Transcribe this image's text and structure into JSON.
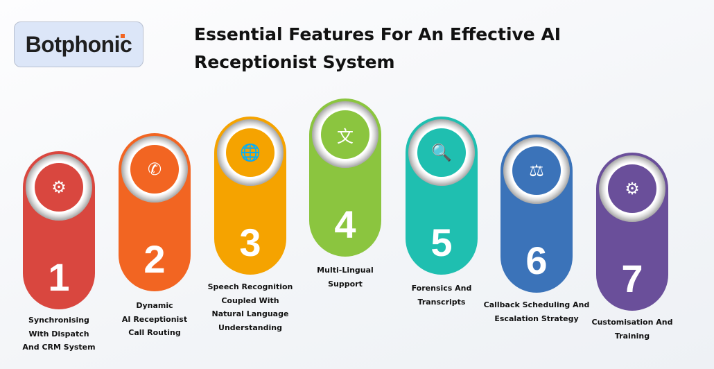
{
  "logo": {
    "text_main": "Botphoni",
    "text_end": "c"
  },
  "title": {
    "line1": "Essential Features For An Effective AI",
    "line2": "Receptionist System"
  },
  "colors": {
    "f1": "#d9473f",
    "f2": "#f26522",
    "f3": "#f5a300",
    "f4": "#8bc53f",
    "f5": "#1fbfb0",
    "f6": "#3b73b9",
    "f7": "#6a4f9a"
  },
  "features": [
    {
      "number": "1",
      "icon": "team-sync-icon",
      "glyph": "⚙",
      "lines": [
        "Synchronising",
        "With Dispatch",
        "And CRM System"
      ]
    },
    {
      "number": "2",
      "icon": "phone-call-icon",
      "glyph": "✆",
      "lines": [
        "Dynamic",
        "AI Receptionist",
        "Call Routing"
      ]
    },
    {
      "number": "3",
      "icon": "speech-globe-icon",
      "glyph": "🌐",
      "lines": [
        "Speech Recognition",
        "Coupled With",
        "Natural Language",
        "Understanding"
      ]
    },
    {
      "number": "4",
      "icon": "translate-icon",
      "glyph": "文",
      "lines": [
        "Multi-Lingual",
        "Support"
      ]
    },
    {
      "number": "5",
      "icon": "fingerprint-search-icon",
      "glyph": "🔍",
      "lines": [
        "Forensics And",
        "Transcripts"
      ]
    },
    {
      "number": "6",
      "icon": "scales-hand-icon",
      "glyph": "⚖",
      "lines": [
        "Callback Scheduling And",
        "Escalation Strategy"
      ]
    },
    {
      "number": "7",
      "icon": "gears-icon",
      "glyph": "⚙",
      "lines": [
        "Customisation And",
        "Training"
      ]
    }
  ]
}
